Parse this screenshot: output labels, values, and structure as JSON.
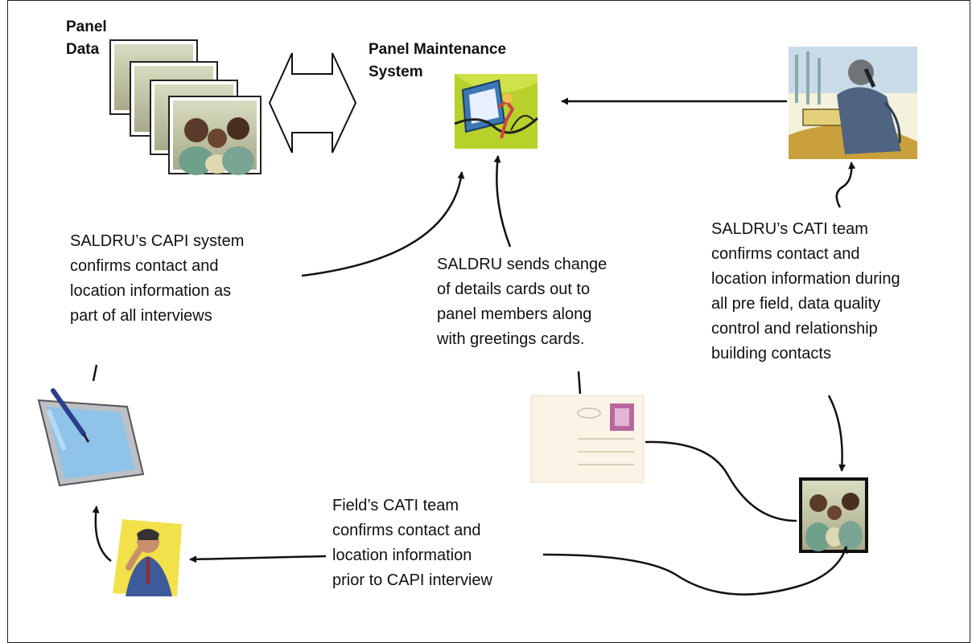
{
  "panel_data": {
    "line1": "Panel",
    "line2": "Data"
  },
  "pms": {
    "line1": "Panel Maintenance",
    "line2": "System"
  },
  "capi_text": {
    "line1": "SALDRU’s CAPI system",
    "line2": "confirms contact and",
    "line3": "location information as",
    "line4": "part of all interviews"
  },
  "cards_text": {
    "line1": "SALDRU sends change",
    "line2": "of details cards out to",
    "line3": "panel members along",
    "line4": "with greetings cards."
  },
  "saldru_cati_text": {
    "line1": "SALDRU’s CATI team",
    "line2": "confirms contact and",
    "line3": "location information during",
    "line4": "all pre field, data quality",
    "line5": "control and relationship",
    "line6": "building contacts"
  },
  "field_cati_text": {
    "line1": "Field’s CATI team",
    "line2": "confirms contact and",
    "line3": "location information",
    "line4": "prior to CAPI interview"
  },
  "colors": {
    "line": "#111111",
    "pms_bg": "#b7d12a",
    "screen": "#3c78b4",
    "card": "#faf4e6",
    "stamp": "#b8679e"
  },
  "icons": [
    "photo-stack-icon",
    "double-arrow-icon",
    "computer-clipart-icon",
    "phone-caller-clipart-icon",
    "tablet-pen-icon",
    "postcard-icon",
    "family-photo-icon",
    "field-caller-clipart-icon"
  ]
}
